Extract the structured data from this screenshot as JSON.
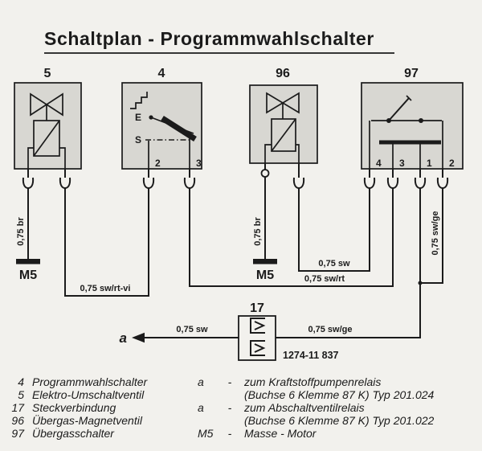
{
  "title": "Schaltplan - Programmwahlschalter",
  "components": {
    "valve5": {
      "label": "5"
    },
    "switch4": {
      "label": "4",
      "contact_e": "E",
      "contact_s": "S",
      "terminal_2": "2",
      "terminal_3": "3"
    },
    "valve96": {
      "label": "96"
    },
    "switch97": {
      "label": "97",
      "terminal_4": "4",
      "terminal_3": "3",
      "terminal_1": "1",
      "terminal_2": "2"
    },
    "connector17": {
      "label": "17",
      "part_number": "1274-11 837"
    }
  },
  "wire_labels": {
    "br_valve5": "0,75 br",
    "br_valve96": "0,75 br",
    "sw_rt_vi": "0,75 sw/rt-vi",
    "sw_valve96": "0,75 sw",
    "sw_rt": "0,75 sw/rt",
    "sw_ge_vertical": "0,75 sw/ge",
    "sw_connector": "0,75 sw",
    "sw_ge_connector": "0,75 sw/ge"
  },
  "grounds": {
    "m5_valve5": "M5",
    "m5_valve96": "M5"
  },
  "arrow_a": {
    "label": "a"
  },
  "legend_left": [
    {
      "num": "4",
      "name": "Programmwahlschalter"
    },
    {
      "num": "5",
      "name": "Elektro-Umschaltventil"
    },
    {
      "num": "17",
      "name": "Steckverbindung"
    },
    {
      "num": "96",
      "name": "Übergas-Magnetventil"
    },
    {
      "num": "97",
      "name": "Übergasschalter"
    }
  ],
  "legend_right": [
    {
      "key": "a",
      "dash": "-",
      "text": "zum Kraftstoffpumpenrelais"
    },
    {
      "key": "",
      "dash": "",
      "text": "(Buchse 6 Klemme 87 K) Typ 201.024"
    },
    {
      "key": "a",
      "dash": "-",
      "text": "zum Abschaltventilrelais"
    },
    {
      "key": "",
      "dash": "",
      "text": "(Buchse 6 Klemme 87 K) Typ 201.022"
    },
    {
      "key": "M5",
      "dash": "-",
      "text": "Masse - Motor"
    }
  ],
  "colors": {
    "line": "#1b1b1b",
    "box_fill": "#d8d7d2",
    "paper": "#f2f1ed"
  }
}
